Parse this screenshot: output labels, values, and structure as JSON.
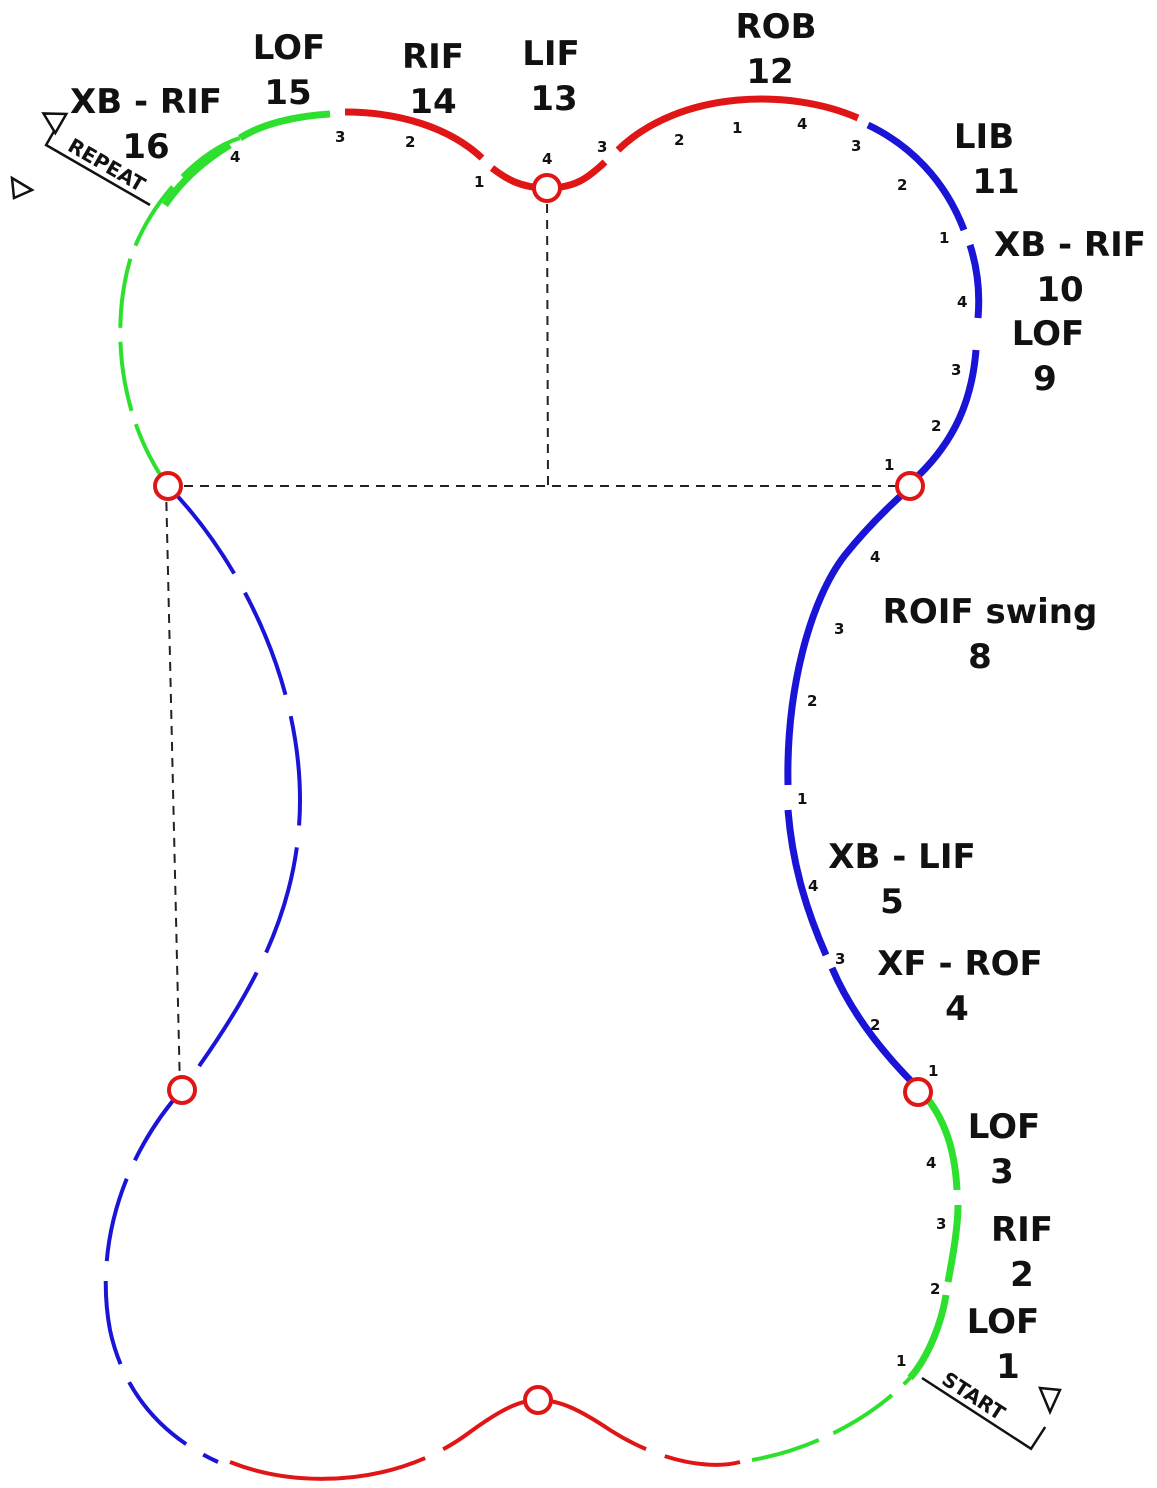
{
  "colors": {
    "left_foot_green": "#2ee02e",
    "blue": "#1a14d6",
    "red": "#e01616",
    "node_red": "#e01616",
    "guide_line": "#222222"
  },
  "markers": {
    "repeat": "REPEAT",
    "start": "START"
  },
  "steps": [
    {
      "step": "1",
      "name": "LOF",
      "color": "green",
      "beats": [
        "1"
      ]
    },
    {
      "step": "2",
      "name": "RIF",
      "color": "green",
      "beats": [
        "2"
      ]
    },
    {
      "step": "3",
      "name": "LOF",
      "color": "green",
      "beats": [
        "3",
        "4"
      ]
    },
    {
      "step": "4",
      "name": "XF - ROF",
      "color": "blue",
      "beats": [
        "1",
        "2"
      ]
    },
    {
      "step": "5",
      "name": "XB - LIF",
      "color": "blue",
      "beats": [
        "3",
        "4"
      ]
    },
    {
      "step": "8",
      "name": "ROIF swing",
      "color": "blue",
      "beats": [
        "1",
        "2",
        "3",
        "4"
      ]
    },
    {
      "step": "9",
      "name": "LOF",
      "color": "blue",
      "beats": [
        "1",
        "2",
        "3"
      ]
    },
    {
      "step": "10",
      "name": "XB - RIF",
      "color": "blue",
      "beats": [
        "4"
      ]
    },
    {
      "step": "11",
      "name": "LIB",
      "color": "blue",
      "beats": [
        "1",
        "2"
      ]
    },
    {
      "step": "12",
      "name": "ROB",
      "color": "red",
      "beats": [
        "3",
        "4",
        "1",
        "2"
      ]
    },
    {
      "step": "13",
      "name": "LIF",
      "color": "red",
      "beats": [
        "3",
        "4"
      ]
    },
    {
      "step": "14",
      "name": "RIF",
      "color": "red",
      "beats": [
        "1",
        "2"
      ]
    },
    {
      "step": "15",
      "name": "LOF",
      "color": "green",
      "beats": [
        "3"
      ]
    },
    {
      "step": "16",
      "name": "XB - RIF",
      "color": "green",
      "beats": [
        "4"
      ]
    }
  ]
}
